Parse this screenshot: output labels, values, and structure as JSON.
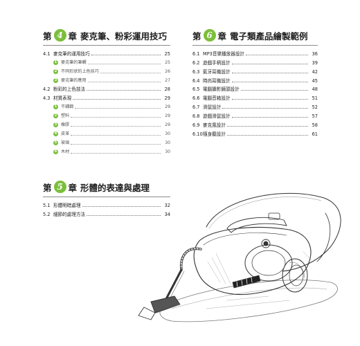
{
  "accent_color": "#7bbf3a",
  "chapters": [
    {
      "word_prefix": "第",
      "number": "4",
      "word_suffix": "章",
      "title": "麥克筆、粉彩運用技巧",
      "items": [
        {
          "num": "4.1",
          "label": "麥克筆的運用技巧",
          "page": "25"
        },
        {
          "bullet": "1",
          "label": "麥克筆的筆觸",
          "page": "25"
        },
        {
          "bullet": "2",
          "label": "不同形狀的上色技巧",
          "page": "26"
        },
        {
          "bullet": "3",
          "label": "麥克筆的應用",
          "page": "27"
        },
        {
          "num": "4.2",
          "label": "粉彩的上色技法",
          "page": "28"
        },
        {
          "num": "4.3",
          "label": "材質表現",
          "page": "29"
        },
        {
          "bullet": "1",
          "label": "不鏽鋼",
          "page": "29"
        },
        {
          "bullet": "2",
          "label": "塑料",
          "page": "29"
        },
        {
          "bullet": "3",
          "label": "橡膠",
          "page": "29"
        },
        {
          "bullet": "4",
          "label": "皮革",
          "page": "30"
        },
        {
          "bullet": "5",
          "label": "玻璃",
          "page": "30"
        },
        {
          "bullet": "6",
          "label": "木材",
          "page": "30"
        }
      ]
    },
    {
      "word_prefix": "第",
      "number": "5",
      "word_suffix": "章",
      "title": "形體的表達與處理",
      "items": [
        {
          "num": "5.1",
          "label": "形體明暗處理",
          "page": "32"
        },
        {
          "num": "5.2",
          "label": "細節的處理方法",
          "page": "34"
        }
      ]
    },
    {
      "word_prefix": "第",
      "number": "6",
      "word_suffix": "章",
      "title": "電子類產品繪製範例",
      "items": [
        {
          "num": "6.1",
          "label": "MP3音樂播放器設計",
          "page": "36"
        },
        {
          "num": "6.2",
          "label": "遊戲手柄設計",
          "page": "39"
        },
        {
          "num": "6.3",
          "label": "藍牙耳機設計",
          "page": "42"
        },
        {
          "num": "6.4",
          "label": "時尚耳機設計",
          "page": "45"
        },
        {
          "num": "6.5",
          "label": "電腦攝影鏡頭設計",
          "page": "48"
        },
        {
          "num": "6.6",
          "label": "電腦音箱設計",
          "page": "51"
        },
        {
          "num": "6.7",
          "label": "滑鼠設計",
          "page": "52"
        },
        {
          "num": "6.8",
          "label": "遊戲滑鼠設計",
          "page": "57"
        },
        {
          "num": "6.9",
          "label": "麥克風設計",
          "page": "58"
        },
        {
          "num": "6.10",
          "label": "隨身聽設計",
          "page": "61"
        }
      ]
    }
  ]
}
